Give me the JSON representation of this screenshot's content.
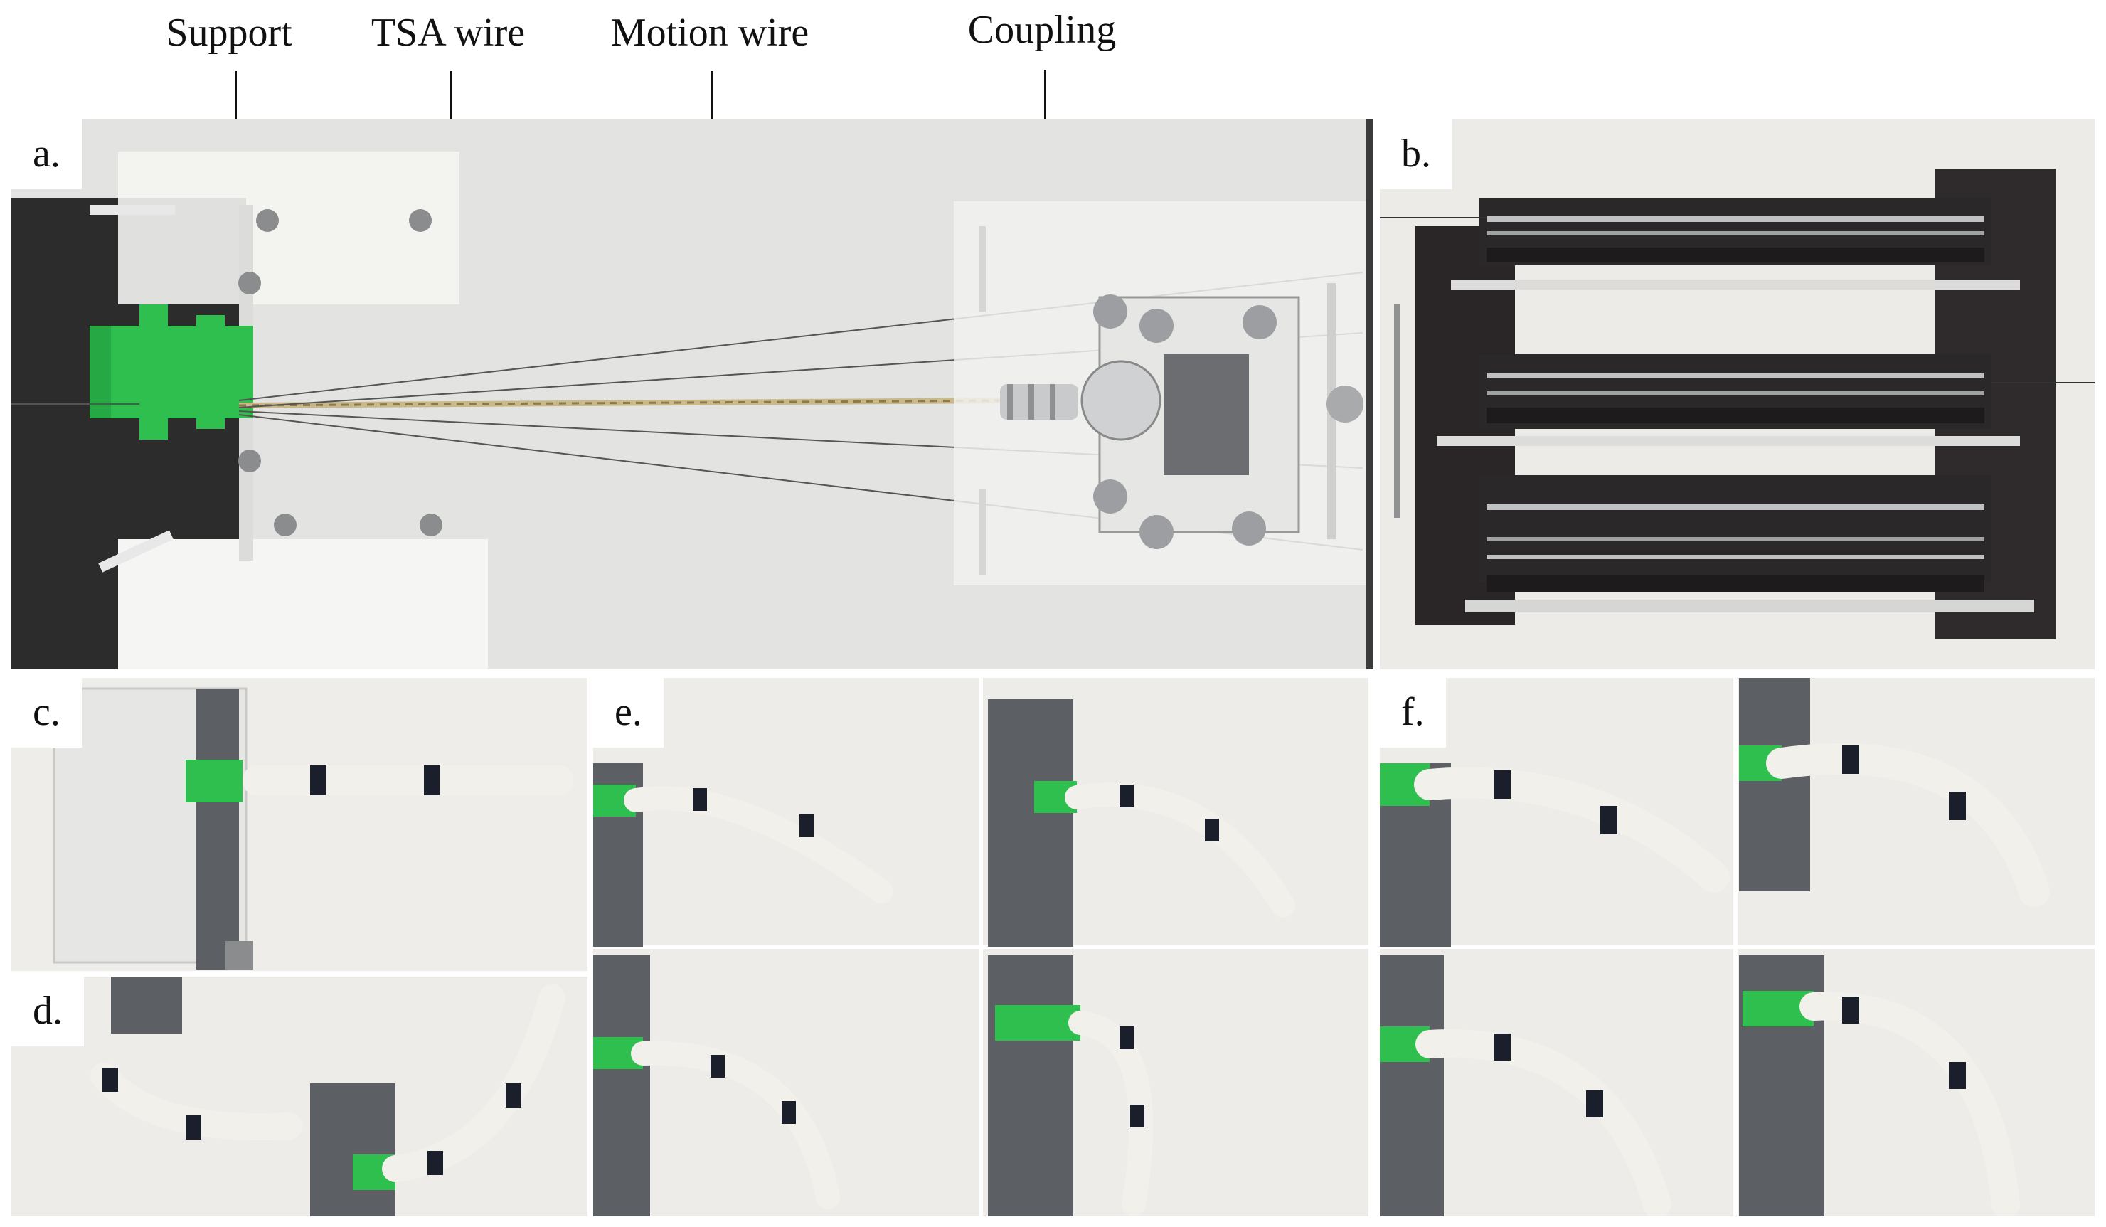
{
  "figure": {
    "callouts": [
      "Support",
      "TSA wire",
      "Motion wire",
      "Coupling"
    ],
    "panels": [
      "a.",
      "b.",
      "c.",
      "d.",
      "e.",
      "f."
    ]
  },
  "colors": {
    "background": "#ffffff",
    "green_mount": "#2fbf4f",
    "white_tube": "#f2f0ea",
    "black_ring": "#1b1f2b",
    "steel_plate": "#5c5f63",
    "rack_dark": "#2a2628",
    "wall_white": "#e9e9e7"
  }
}
